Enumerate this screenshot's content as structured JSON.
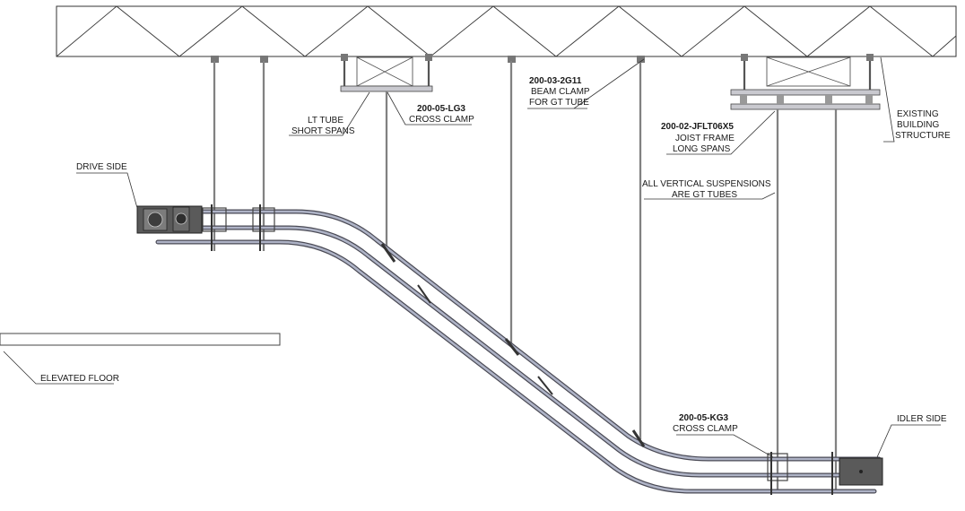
{
  "labels": {
    "drive_side": "DRIVE SIDE",
    "lt_tube_1": "LT TUBE",
    "lt_tube_2": "SHORT SPANS",
    "lg3_part": "200-05-LG3",
    "lg3_desc": "CROSS CLAMP",
    "beam_part": "200-03-2G11",
    "beam_desc1": "BEAM CLAMP",
    "beam_desc2": "FOR GT TUBE",
    "joist_part": "200-02-JFLT06X5",
    "joist_desc1": "JOIST FRAME",
    "joist_desc2": "LONG SPANS",
    "existing_1": "EXISTING",
    "existing_2": "BUILDING",
    "existing_3": "STRUCTURE",
    "vertical_1": "ALL VERTICAL SUSPENSIONS",
    "vertical_2": "ARE GT TUBES",
    "elevated_floor": "ELEVATED FLOOR",
    "kg3_part": "200-05-KG3",
    "kg3_desc": "CROSS CLAMP",
    "idler_side": "IDLER SIDE"
  },
  "colors": {
    "rail_dark": "#4a4a55",
    "rail_light": "#aeb3c6",
    "drive_unit": "#555555",
    "idler_unit": "#5a5a5a"
  }
}
